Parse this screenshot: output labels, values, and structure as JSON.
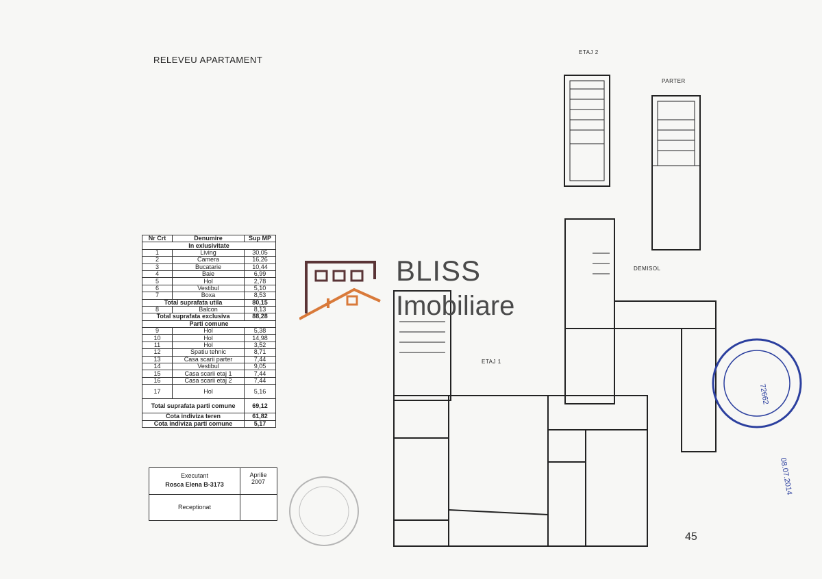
{
  "title": "RELEVEU APARTAMENT",
  "floor_labels": {
    "etaj2": "ETAJ 2",
    "parter": "PARTER",
    "demisol": "DEMISOL",
    "etaj1": "ETAJ 1"
  },
  "table": {
    "headers": [
      "Nr Crt",
      "Denumire",
      "Sup MP"
    ],
    "exclusive_heading": "In exlusivitate",
    "exclusive_rows": [
      {
        "nr": "1",
        "name": "Living",
        "area": "30,05"
      },
      {
        "nr": "2",
        "name": "Camera",
        "area": "16,26"
      },
      {
        "nr": "3",
        "name": "Bucatarie",
        "area": "10,44"
      },
      {
        "nr": "4",
        "name": "Baie",
        "area": "6,99"
      },
      {
        "nr": "5",
        "name": "Hol",
        "area": "2,78"
      },
      {
        "nr": "6",
        "name": "Vestibul",
        "area": "5,10"
      },
      {
        "nr": "7",
        "name": "Boxa",
        "area": "8,53"
      }
    ],
    "total_utila": {
      "label": "Total suprafata utila",
      "area": "80,15"
    },
    "balcon": {
      "nr": "8",
      "name": "Balcon",
      "area": "8,13"
    },
    "total_exclusiva": {
      "label": "Total suprafata exclusiva",
      "area": "88,28"
    },
    "common_heading": "Parti comune",
    "common_rows": [
      {
        "nr": "9",
        "name": "Hol",
        "area": "5,38"
      },
      {
        "nr": "10",
        "name": "Hol",
        "area": "14,98"
      },
      {
        "nr": "11",
        "name": "Hol",
        "area": "3,52"
      },
      {
        "nr": "12",
        "name": "Spatiu tehnic",
        "area": "8,71"
      },
      {
        "nr": "13",
        "name": "Casa scarii parter",
        "area": "7,44"
      },
      {
        "nr": "14",
        "name": "Vestibul",
        "area": "9,05"
      },
      {
        "nr": "15",
        "name": "Casa scarii etaj 1",
        "area": "7,44"
      },
      {
        "nr": "16",
        "name": "Casa scarii etaj 2",
        "area": "7,44"
      },
      {
        "nr": "17",
        "name": "Hol",
        "area": "5,16"
      }
    ],
    "total_comune": {
      "label": "Total suprafata parti comune",
      "area": "69,12"
    },
    "cota_teren": {
      "label": "Cota indiviza teren",
      "area": "61,82"
    },
    "cota_parti": {
      "label": "Cota indiviza parti comune",
      "area": "5,17"
    }
  },
  "executant": {
    "label": "Executant",
    "name": "Rosca Elena  B-3173",
    "month": "Aprilie",
    "year": "2007",
    "receptionat": "Receptionat"
  },
  "logo": {
    "line1": "BLISS",
    "line2": "Imobiliare"
  },
  "page_number": "45",
  "stamp": {
    "number": "72662",
    "date": "08.07.2014"
  },
  "colors": {
    "logo_dark": "#5a3436",
    "logo_orange": "#d97a3a",
    "logo_text": "#4a4a4a",
    "stamp_blue": "#2b3f9e"
  }
}
